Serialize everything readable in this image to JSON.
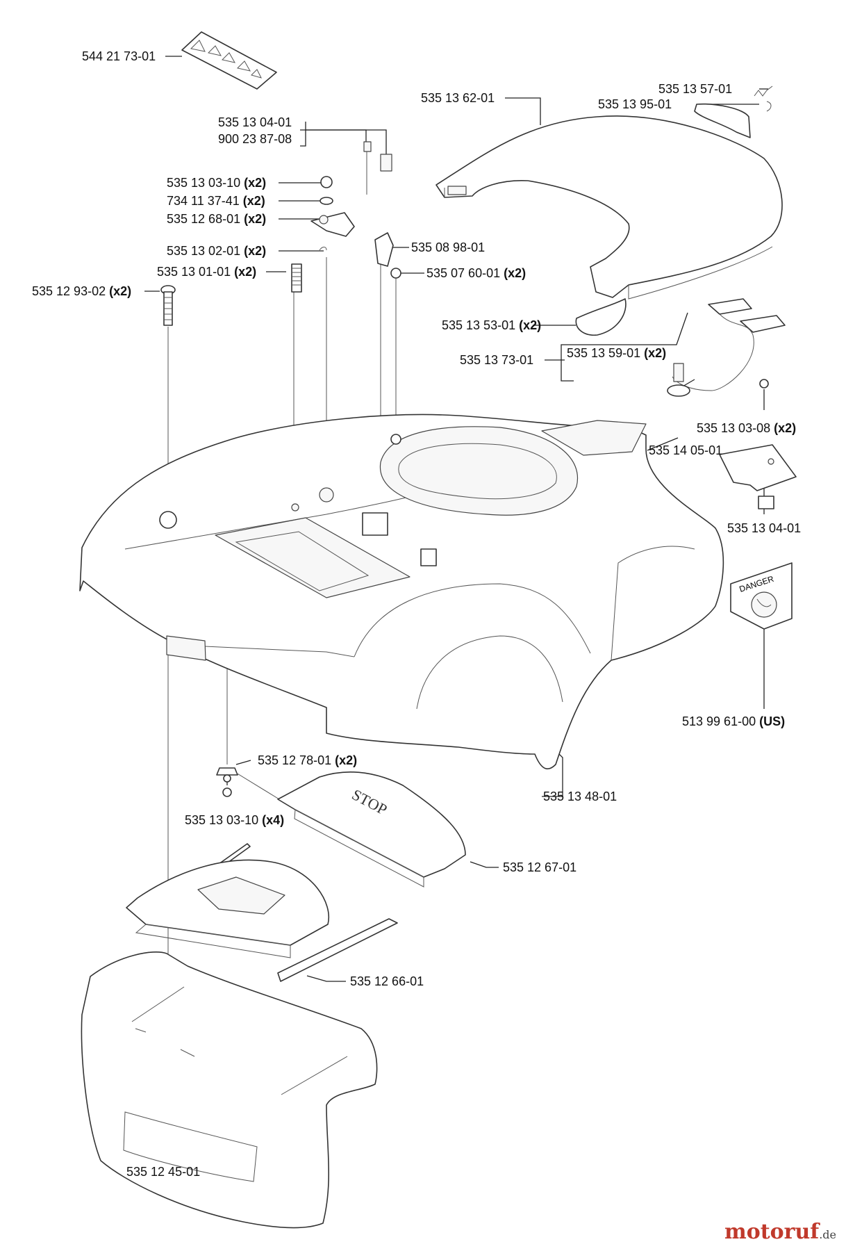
{
  "labels": {
    "l_5442173": {
      "code": "544 21 73-01",
      "qty": ""
    },
    "l_5351362": {
      "code": "535 13 62-01",
      "qty": ""
    },
    "l_5351357": {
      "code": "535 13 57-01",
      "qty": ""
    },
    "l_5351395": {
      "code": "535 13 95-01",
      "qty": ""
    },
    "l_5351304a": {
      "code": "535 13 04-01",
      "qty": ""
    },
    "l_9002387": {
      "code": "900 23 87-08",
      "qty": ""
    },
    "l_5351303_10a": {
      "code": "535 13 03-10",
      "qty": "(x2)"
    },
    "l_7341137": {
      "code": "734 11 37-41",
      "qty": "(x2)"
    },
    "l_5351268": {
      "code": "535 12 68-01",
      "qty": "(x2)"
    },
    "l_5351302": {
      "code": "535 13 02-01",
      "qty": "(x2)"
    },
    "l_5350898": {
      "code": "535 08 98-01",
      "qty": ""
    },
    "l_5351301": {
      "code": "535 13 01-01",
      "qty": "(x2)"
    },
    "l_5350760": {
      "code": "535 07 60-01",
      "qty": "(x2)"
    },
    "l_5351293": {
      "code": "535 12 93-02",
      "qty": "(x2)"
    },
    "l_5351353": {
      "code": "535 13 53-01",
      "qty": "(x2)"
    },
    "l_5351359": {
      "code": "535 13 59-01",
      "qty": "(x2)"
    },
    "l_5351373": {
      "code": "535 13 73-01",
      "qty": ""
    },
    "l_5351303_08": {
      "code": "535 13 03-08",
      "qty": "(x2)"
    },
    "l_5351405": {
      "code": "535 14 05-01",
      "qty": ""
    },
    "l_5351304b": {
      "code": "535 13 04-01",
      "qty": ""
    },
    "l_5139961": {
      "code": "513 99 61-00",
      "qty": "(US)"
    },
    "l_5351278": {
      "code": "535 12 78-01",
      "qty": "(x2)"
    },
    "l_5351348": {
      "code": "535 13 48-01",
      "qty": ""
    },
    "l_5351303_10b": {
      "code": "535 13 03-10",
      "qty": "(x4)"
    },
    "l_5351267": {
      "code": "535 12 67-01",
      "qty": ""
    },
    "l_5351266": {
      "code": "535 12 66-01",
      "qty": ""
    },
    "l_5351245": {
      "code": "535 12 45-01",
      "qty": ""
    }
  },
  "decal_texts": {
    "stop": "STOP",
    "danger": "DANGER"
  },
  "watermark": {
    "brand": "motoruf",
    "suffix": ".de"
  },
  "colors": {
    "line": "#222222",
    "watermark": "#c0392b"
  }
}
